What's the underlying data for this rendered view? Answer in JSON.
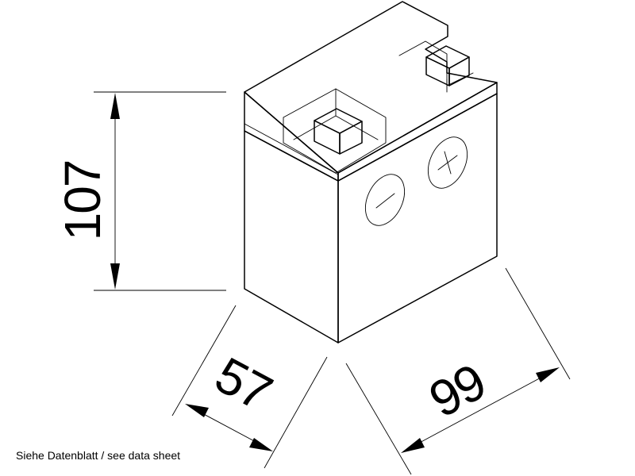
{
  "dimensions": {
    "height": "107",
    "depth": "57",
    "width": "99"
  },
  "caption": "Siehe Datenblatt / see data sheet",
  "terminals": {
    "negative_symbol": "−",
    "positive_symbol": "+"
  },
  "colors": {
    "line": "#000000",
    "background": "#ffffff"
  }
}
